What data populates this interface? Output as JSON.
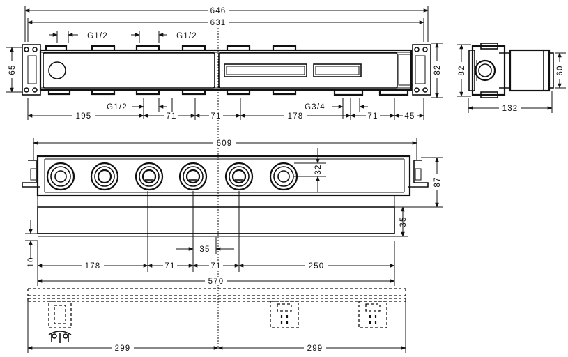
{
  "dimensions": {
    "top_overall": "646",
    "top_inner": "631",
    "height_left": "65",
    "height_right": "82",
    "thread_top_left": "G1/2",
    "thread_top_right": "G1/2",
    "thread_bottom": "G1/2",
    "thread_large": "G3/4",
    "bottom_195": "195",
    "bottom_71a": "71",
    "bottom_71b": "71",
    "bottom_178": "178",
    "bottom_71c": "71",
    "bottom_45": "45",
    "side_82": "82",
    "side_60": "60",
    "side_132": "132",
    "front_609": "609",
    "front_32": "32",
    "front_87": "87",
    "front_35v": "35",
    "front_35h": "35",
    "front_10": "10",
    "front_178": "178",
    "front_71a": "71",
    "front_71b": "71",
    "front_250": "250",
    "front_570": "570",
    "rail_299a": "299",
    "rail_299b": "299"
  }
}
